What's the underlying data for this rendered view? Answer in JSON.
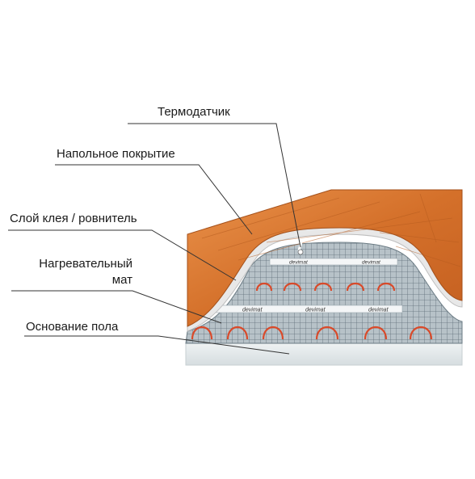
{
  "diagram": {
    "labels": {
      "sensor": "Термодатчик",
      "floor_cover": "Напольное покрытие",
      "adhesive": "Слой клея / ровнитель",
      "mat_line1": "Нагревательный",
      "mat_line2": "мат",
      "base": "Основание пола"
    },
    "mat_brand": "devimat",
    "colors": {
      "wood": "#d9782e",
      "wood_dark": "#b4561a",
      "adhesive": "#e6e6e6",
      "mesh": "#8a9aa4",
      "cable": "#d94a2a",
      "base": "#e3e9ea",
      "leader": "#333333"
    }
  }
}
